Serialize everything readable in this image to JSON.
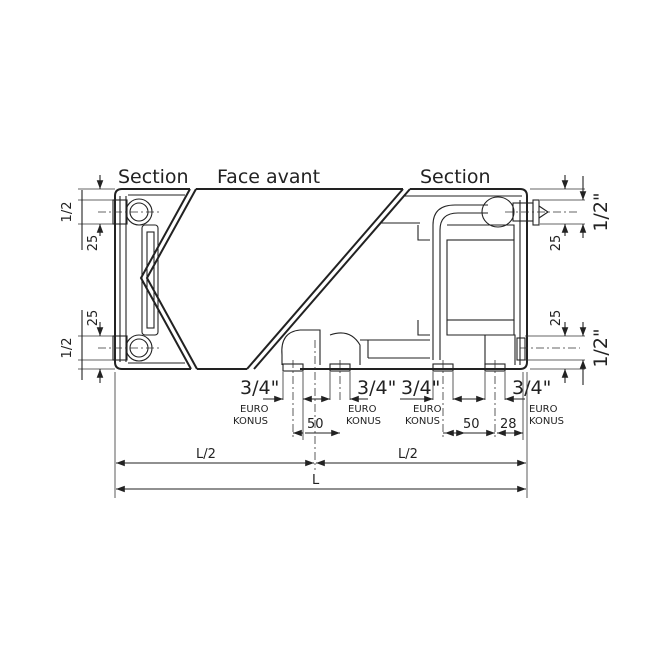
{
  "labels": {
    "section_left": "Section",
    "face_avant": "Face avant",
    "section_right": "Section"
  },
  "left_dims": {
    "half_top": "1/2",
    "d25_top": "25",
    "d25_bottom": "25",
    "half_bottom": "1/2"
  },
  "right_dims": {
    "half_top": "1/2\"",
    "d25_top": "25",
    "d25_bottom": "25",
    "half_bottom": "1/2\""
  },
  "connections": [
    {
      "size": "3/4\"",
      "line1": "EURO",
      "line2": "KONUS"
    },
    {
      "size": "3/4\"",
      "line1": "EURO",
      "line2": "KONUS"
    },
    {
      "size": "3/4\"",
      "line1": "EURO",
      "line2": "KONUS"
    },
    {
      "size": "3/4\"",
      "line1": "EURO",
      "line2": "KONUS"
    }
  ],
  "bottom_dims": {
    "d50_left": "50",
    "d50_right": "50",
    "d28": "28",
    "half_left": "L/2",
    "half_right": "L/2",
    "total": "L"
  }
}
